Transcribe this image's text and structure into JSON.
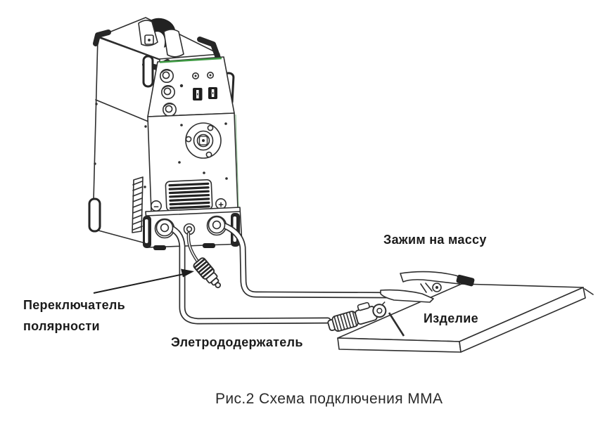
{
  "figure": {
    "caption": "Рис.2 Схема подключения ММА",
    "labels": {
      "ground_clamp": "Зажим на массу",
      "polarity_switch_line1": "Переключатель",
      "polarity_switch_line2": "полярности",
      "electrode_holder": "Элетрододержатель",
      "workpiece": "Изделие"
    },
    "machine": {
      "negative_terminal_symbol": "−",
      "positive_terminal_symbol": "+"
    },
    "colors": {
      "line": "#2e2e2e",
      "accent_green": "#3f9b44",
      "background": "#ffffff"
    }
  }
}
